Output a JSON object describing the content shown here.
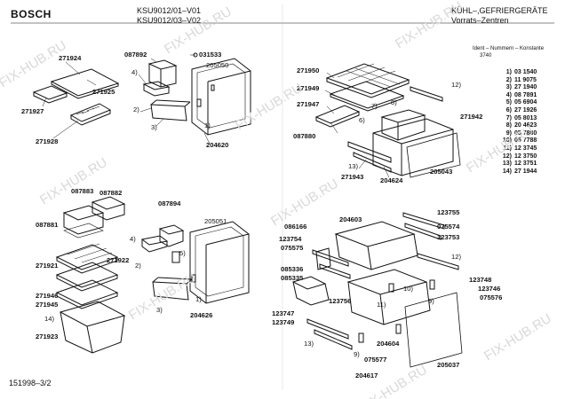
{
  "header": {
    "brand": "BOSCH",
    "model_line_1": "KSU9012/01–V01",
    "model_line_2": "KSU9012/03–V02",
    "category_1": "KÜHL–,GEFRIERGERÄTE",
    "category_2": "Vorrats–Zentren"
  },
  "parts_table": {
    "title": "Ident – Nummern – Konstante",
    "subtitle": "3740",
    "rows": [
      {
        "pos": "1)",
        "num": "03 1540"
      },
      {
        "pos": "2)",
        "num": "11 9075"
      },
      {
        "pos": "3)",
        "num": "27 1940"
      },
      {
        "pos": "4)",
        "num": "08 7891"
      },
      {
        "pos": "5)",
        "num": "05 6904"
      },
      {
        "pos": "6)",
        "num": "27 1926"
      },
      {
        "pos": "7)",
        "num": "05 8013"
      },
      {
        "pos": "8)",
        "num": "20 4623"
      },
      {
        "pos": "9)",
        "num": "05 7880"
      },
      {
        "pos": "10)",
        "num": "05 7788"
      },
      {
        "pos": "11)",
        "num": "12 3745"
      },
      {
        "pos": "12)",
        "num": "12 3750"
      },
      {
        "pos": "13)",
        "num": "12 3751"
      },
      {
        "pos": "14)",
        "num": "27 1944"
      }
    ]
  },
  "labels": {
    "q1": [
      "271924",
      "271925",
      "271927",
      "271928",
      "087892",
      "4)",
      "2)",
      "3)",
      "031533",
      "205050",
      "1)",
      "204620"
    ],
    "q2": [
      "271950",
      "271949",
      "271947",
      "087880",
      "271943",
      "204624",
      "205043",
      "271942",
      "12)",
      "8)",
      "7)",
      "6)",
      "13)"
    ],
    "q3": [
      "087883",
      "087882",
      "087881",
      "271921",
      "271922",
      "271946",
      "271945",
      "14)",
      "271923",
      "087894",
      "205051",
      "4)",
      "5)",
      "2)",
      "3)",
      "1)",
      "204626"
    ],
    "q4": [
      "086166",
      "204603",
      "123754",
      "075575",
      "085336",
      "085335",
      "123747",
      "123749",
      "123756",
      "123755",
      "075574",
      "123753",
      "12)",
      "123748",
      "123746",
      "075576",
      "10)",
      "11)",
      "9)",
      "13)",
      "9)",
      "075577",
      "204604",
      "204617",
      "205037"
    ]
  },
  "footer": {
    "drawing_id": "151998–3/2"
  },
  "watermark": {
    "text": "FIX-HUB.RU"
  }
}
